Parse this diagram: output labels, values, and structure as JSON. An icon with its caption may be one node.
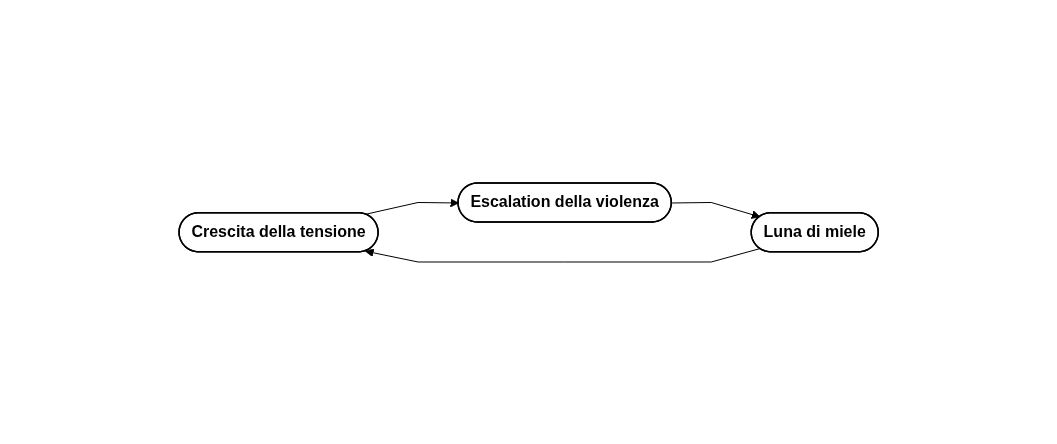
{
  "diagram": {
    "nodes": [
      {
        "text": [
          "Crescita della tensione"
        ]
      },
      {
        "text": [
          "Escalation della violenza"
        ]
      },
      {
        "text": [
          "Luna di miele"
        ]
      }
    ],
    "edges": [
      {
        "from": 0,
        "to": 1,
        "arrow": "to"
      },
      {
        "from": 1,
        "to": 2,
        "arrow": "to"
      },
      {
        "from": 2,
        "to": 0,
        "arrow": "to"
      }
    ]
  }
}
